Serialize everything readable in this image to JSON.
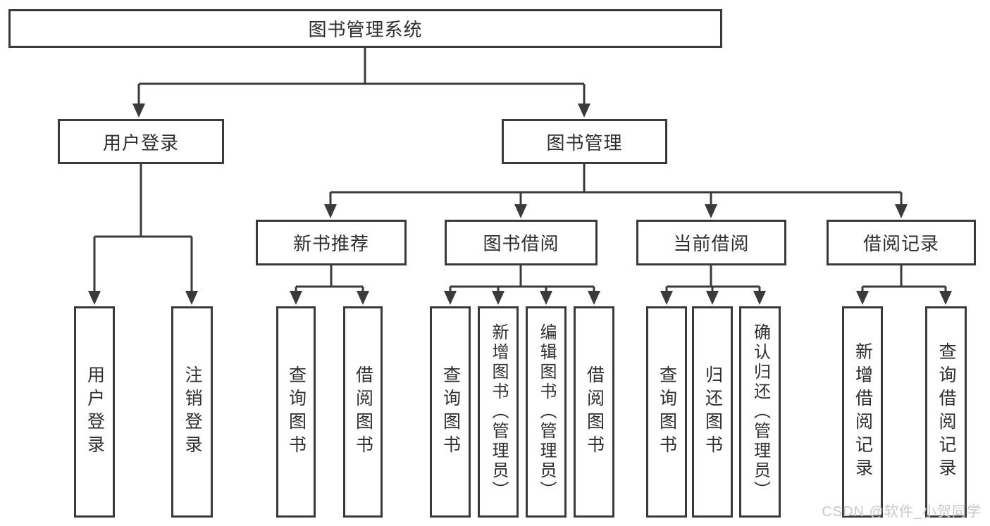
{
  "nodes": {
    "root": "图书管理系统",
    "user_login": "用户登录",
    "book_mgmt": "图书管理",
    "new_book_rec": "新书推荐",
    "book_borrow": "图书借阅",
    "current_borrow": "当前借阅",
    "borrow_record": "借阅记录",
    "leaf_user_login": "用户登录",
    "leaf_logout": "注销登录",
    "leaf_query_book_1": "查询图书",
    "leaf_borrow_book_1": "借阅图书",
    "leaf_query_book_2": "查询图书",
    "leaf_add_book": "新增图书（管理员）",
    "leaf_edit_book": "编辑图书（管理员）",
    "leaf_borrow_book_2": "借阅图书",
    "leaf_query_book_3": "查询图书",
    "leaf_return_book": "归还图书",
    "leaf_confirm_return": "确认归还（管理员）",
    "leaf_add_record": "新增借阅记录",
    "leaf_query_record": "查询借阅记录"
  },
  "watermark": "CSDN @软件_小贺同学",
  "colors": {
    "line": "#3a3a3a",
    "box_border": "#3a3a3a",
    "box_fill": "#ffffff",
    "text": "#2e2e2e",
    "watermark": "#c8c8c8"
  }
}
